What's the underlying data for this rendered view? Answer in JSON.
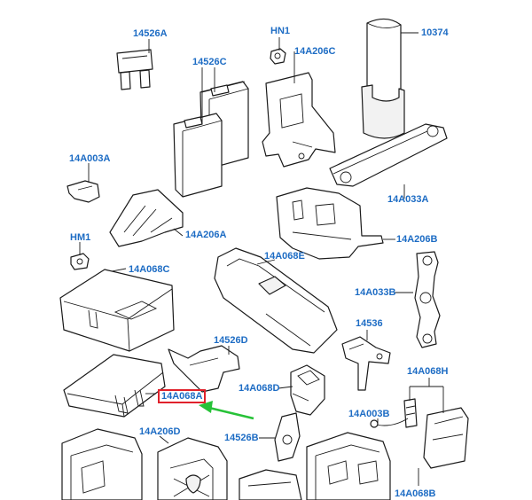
{
  "labels": {
    "l14526A": "14526A",
    "lHN1": "HN1",
    "l10374": "10374",
    "l14526C": "14526C",
    "l14A206C": "14A206C",
    "l14A003A": "14A003A",
    "l14A033A": "14A033A",
    "lHM1": "HM1",
    "l14A206A": "14A206A",
    "l14A206B": "14A206B",
    "l14A068C": "14A068C",
    "l14A068E": "14A068E",
    "l14A033B": "14A033B",
    "l14536": "14536",
    "l14526D": "14526D",
    "l14A068D": "14A068D",
    "l14A068H": "14A068H",
    "l14A068A": "14A068A",
    "l14A003B": "14A003B",
    "l14A206D": "14A206D",
    "l14526B": "14526B",
    "l14A068B": "14A068B"
  },
  "colors": {
    "label_text": "#1d6cc4",
    "highlight_box": "#e0212b",
    "pointer_arrow": "#27c238",
    "line_art": "#1a1a1a"
  },
  "highlighted_part": "14A068A"
}
